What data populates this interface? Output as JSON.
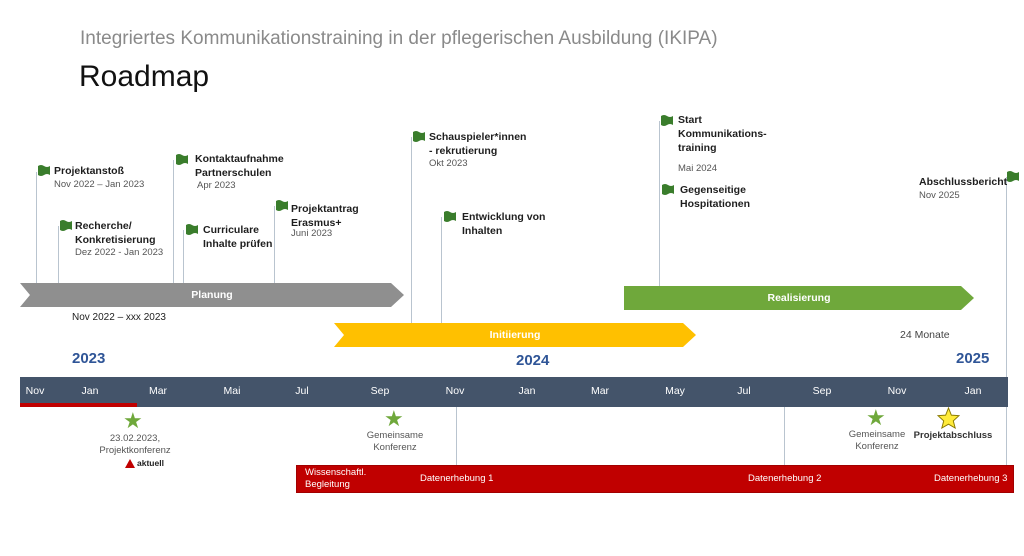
{
  "header": {
    "subtitle": "Integriertes Kommunikationstraining in der pflegerischen Ausbildung (IKIPA)",
    "title": "Roadmap"
  },
  "milestones": [
    {
      "label": "Projektanstoß",
      "date": "Nov 2022 – Jan 2023"
    },
    {
      "label": "Recherche/\nKonkretisierung",
      "date": "Dez 2022 - Jan 2023"
    },
    {
      "label": "Kontaktaufnahme\nPartnerschulen",
      "date": "Apr 2023"
    },
    {
      "label": "Curriculare\nInhalte prüfen",
      "date": ""
    },
    {
      "label": "Projektantrag\nErasmus+",
      "date": "Juni 2023"
    },
    {
      "label": "Schauspieler*innen\n- rekrutierung",
      "date": "Okt 2023"
    },
    {
      "label": "Entwicklung von\nInhalten",
      "date": ""
    },
    {
      "label": "Start\nKommunikations-\ntraining",
      "date": "Mai 2024"
    },
    {
      "label": "Gegenseitige\nHospitationen",
      "date": ""
    },
    {
      "label": "Abschlussbericht",
      "date": "Nov 2025"
    }
  ],
  "phases": {
    "planung": {
      "label": "Planung",
      "range": "Nov 2022 – xxx 2023"
    },
    "initiierung": {
      "label": "Initiierung"
    },
    "realisierung": {
      "label": "Realisierung",
      "duration": "24 Monate"
    }
  },
  "years": [
    "2023",
    "2024",
    "2025"
  ],
  "months": [
    "Nov",
    "Jan",
    "Mar",
    "Mai",
    "Jul",
    "Sep",
    "Nov",
    "Jan",
    "Mar",
    "May",
    "Jul",
    "Sep",
    "Nov",
    "Jan"
  ],
  "events": [
    {
      "label": "23.02.2023,\nProjektkonferenz"
    },
    {
      "label": "Gemeinsame\nKonferenz"
    },
    {
      "label": "Gemeinsame\nKonferenz"
    },
    {
      "label": "Projektabschluss"
    }
  ],
  "current_marker": {
    "label": "aktuell"
  },
  "data_collection": {
    "begleitung": "Wissenschaftl.\nBegleitung",
    "erhebung1": "Datenerhebung 1",
    "erhebung2": "Datenerhebung 2",
    "erhebung3": "Datenerhebung 3"
  },
  "colors": {
    "flag": "#3a7d2c",
    "planung": "#8f8f8f",
    "initiierung": "#ffc000",
    "realisierung": "#6fa83b",
    "axis": "#44546a",
    "year": "#2f5597",
    "red": "#c00000",
    "star_green": "#6fa83b",
    "star_yellow": "#ffeb3b"
  }
}
